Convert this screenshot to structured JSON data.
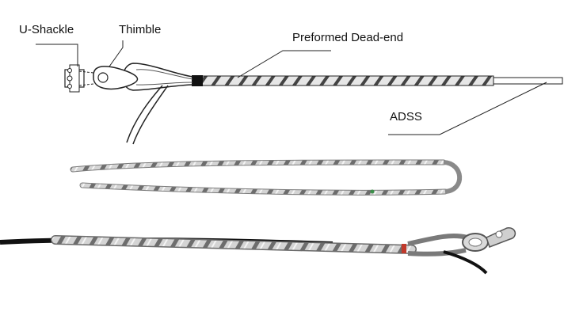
{
  "labels": {
    "u_shackle": "U-Shackle",
    "thimble": "Thimble",
    "preformed_dead_end": "Preformed Dead-end",
    "adss": "ADSS"
  },
  "colors": {
    "line": "#222222",
    "wire_light": "#c9c9c9",
    "wire_dark": "#3a3a3a",
    "cable": "#111111",
    "accent_red": "#c0392b",
    "accent_green": "#3c8f4a"
  }
}
